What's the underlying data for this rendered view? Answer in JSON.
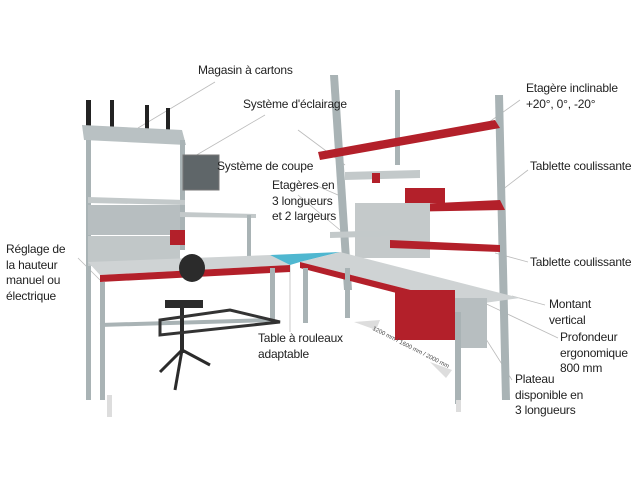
{
  "labels": {
    "magasin": "Magasin à cartons",
    "eclairage": "Système d'éclairage",
    "etagere_inclinable": [
      "Etagère inclinable",
      "+20°, 0°, -20°"
    ],
    "coupe": "Système de coupe",
    "tablette1": "Tablette coulissante",
    "etageres": [
      "Etagères en",
      "3 longueurs",
      "et 2 largeurs"
    ],
    "tablette2": "Tablette coulissante",
    "reglage": [
      "Réglage de",
      "la hauteur",
      "manuel ou",
      "électrique"
    ],
    "montant": [
      "Montant",
      "vertical"
    ],
    "profondeur": [
      "Profondeur",
      "ergonomique",
      "800 mm"
    ],
    "table_rouleaux": [
      "Table à rouleaux",
      "adaptable"
    ],
    "plateau": [
      "Plateau",
      "disponible en",
      "3 longueurs"
    ]
  },
  "dimension_text": "1200 mm / 1600 mm / 2000 mm",
  "colors": {
    "frame": "#a9b3b5",
    "accent_red": "#b3202a",
    "top": "#cfd3d4",
    "roller": "#4fb7d0"
  }
}
